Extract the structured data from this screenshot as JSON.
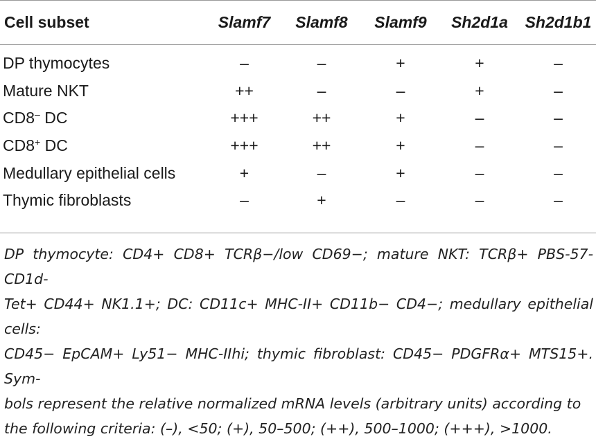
{
  "table": {
    "headers": [
      "Cell subset",
      "Slamf7",
      "Slamf8",
      "Slamf9",
      "Sh2d1a",
      "Sh2d1b1"
    ],
    "rows": [
      {
        "subset": "DP thymocytes",
        "values": [
          "–",
          "–",
          "+",
          "+",
          "–"
        ]
      },
      {
        "subset": "Mature NKT",
        "values": [
          "++",
          "–",
          "–",
          "+",
          "–"
        ]
      },
      {
        "subset_base": "CD8",
        "subset_sup": "–",
        "subset_tail": " DC",
        "values": [
          "+++",
          "++",
          "+",
          "–",
          "–"
        ]
      },
      {
        "subset_base": "CD8",
        "subset_sup": "+",
        "subset_tail": " DC",
        "values": [
          "+++",
          "++",
          "+",
          "–",
          "–"
        ]
      },
      {
        "subset": "Medullary epithelial cells",
        "values": [
          "+",
          "–",
          "+",
          "–",
          "–"
        ]
      },
      {
        "subset": "Thymic fibroblasts",
        "values": [
          "–",
          "+",
          "–",
          "–",
          "–"
        ]
      }
    ]
  },
  "footnote": {
    "lines": [
      "DP thymocyte: CD4+ CD8+ TCRβ−/low CD69−; mature NKT: TCRβ+ PBS-57-CD1d-",
      "Tet+ CD44+ NK1.1+; DC: CD11c+ MHC-II+ CD11b− CD4−; medullary epithelial cells:",
      "CD45− EpCAM+ Ly51− MHC-IIhi; thymic fibroblast: CD45− PDGFRα+ MTS15+. Sym-",
      "bols represent the relative normalized mRNA levels (arbitrary units) according to",
      "the following criteria: (–), <50; (+), 50–500; (++), 500–1000; (+++), >1000."
    ]
  }
}
